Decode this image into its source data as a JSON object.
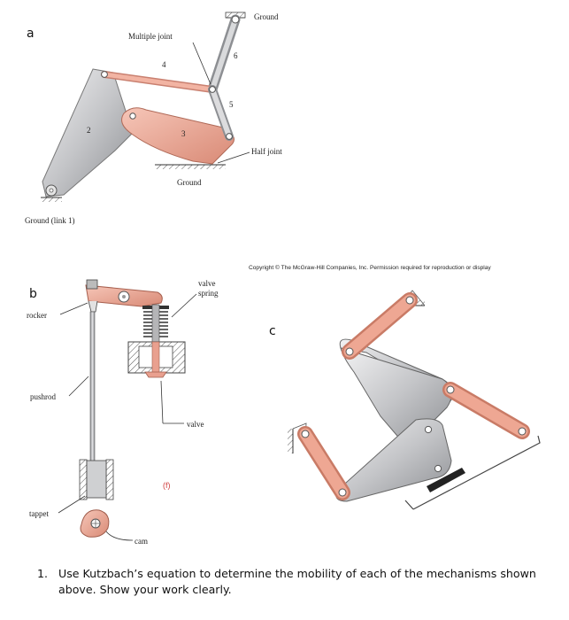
{
  "panel_a": {
    "panel_label": "a",
    "labels": {
      "ground_top": "Ground",
      "multiple_joint": "Multiple joint",
      "link_4": "4",
      "link_6": "6",
      "link_5": "5",
      "link_2": "2",
      "link_3": "3",
      "half_joint": "Half joint",
      "ground_bottom": "Ground",
      "ground_link1": "Ground  (link 1)"
    }
  },
  "copyright": "Copyright © The McGraw-Hill Companies, Inc. Permission required for reproduction or display",
  "panel_b": {
    "panel_label": "b",
    "labels": {
      "valve_spring_1": "valve",
      "valve_spring_2": "spring",
      "rocker": "rocker",
      "pushrod": "pushrod",
      "valve": "valve",
      "f": "(f)",
      "tappet": "tappet",
      "cam": "cam"
    }
  },
  "panel_c": {
    "panel_label": "c"
  },
  "question": {
    "number": "1.",
    "text": "Use Kutzbach’s equation to determine the mobility of each of the mechanisms shown above.  Show your work clearly."
  },
  "colors": {
    "link_pink": "#eba593",
    "link_gray": "#c9cacc",
    "dark": "#333333"
  }
}
